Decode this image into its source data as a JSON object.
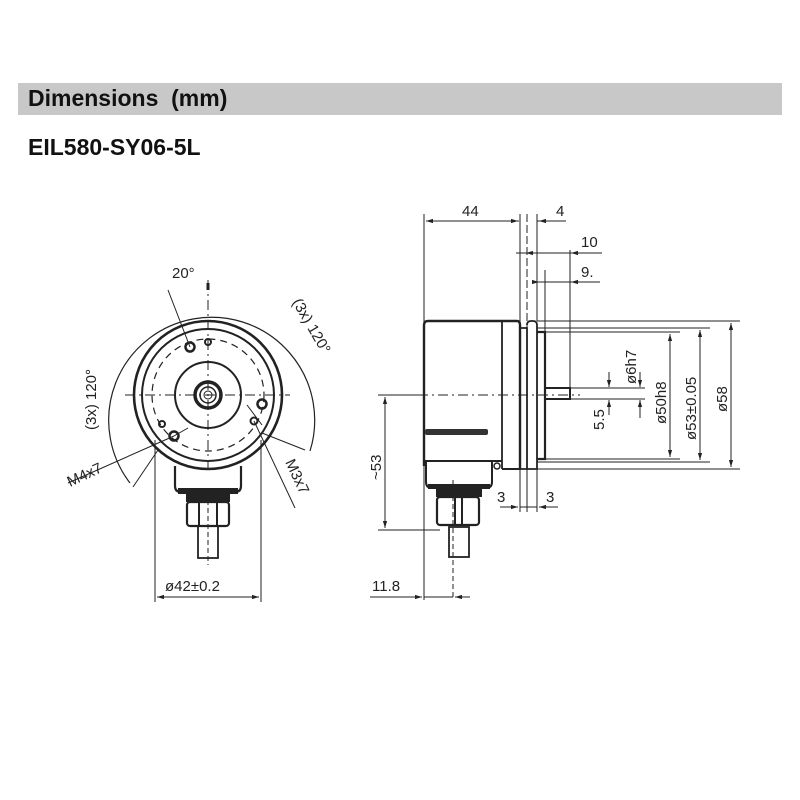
{
  "header": {
    "title": "Dimensions  (mm)",
    "bar_color": "#c8c8c8"
  },
  "model": {
    "name": "EIL580-SY06-5L"
  },
  "front_view": {
    "angle_top": "20°",
    "angle_left": "(3x) 120°",
    "angle_right": "(3x) 120°",
    "thread_left": "M4x7",
    "thread_right": "M3x7",
    "diameter_bottom": "ø42±0.2"
  },
  "side_view": {
    "length_body": "44",
    "flange": "4",
    "shaft_ref_10": "10",
    "shaft_ref_9": "9.",
    "shaft_flat": "5.5",
    "shaft_dia": "ø6h7",
    "spigot_dia": "ø50h8",
    "bolt_circle": "ø53±0.05",
    "body_dia": "ø58",
    "height_connector": "~53",
    "gap_left": "3",
    "gap_right": "3",
    "connector_offset": "11.8"
  }
}
